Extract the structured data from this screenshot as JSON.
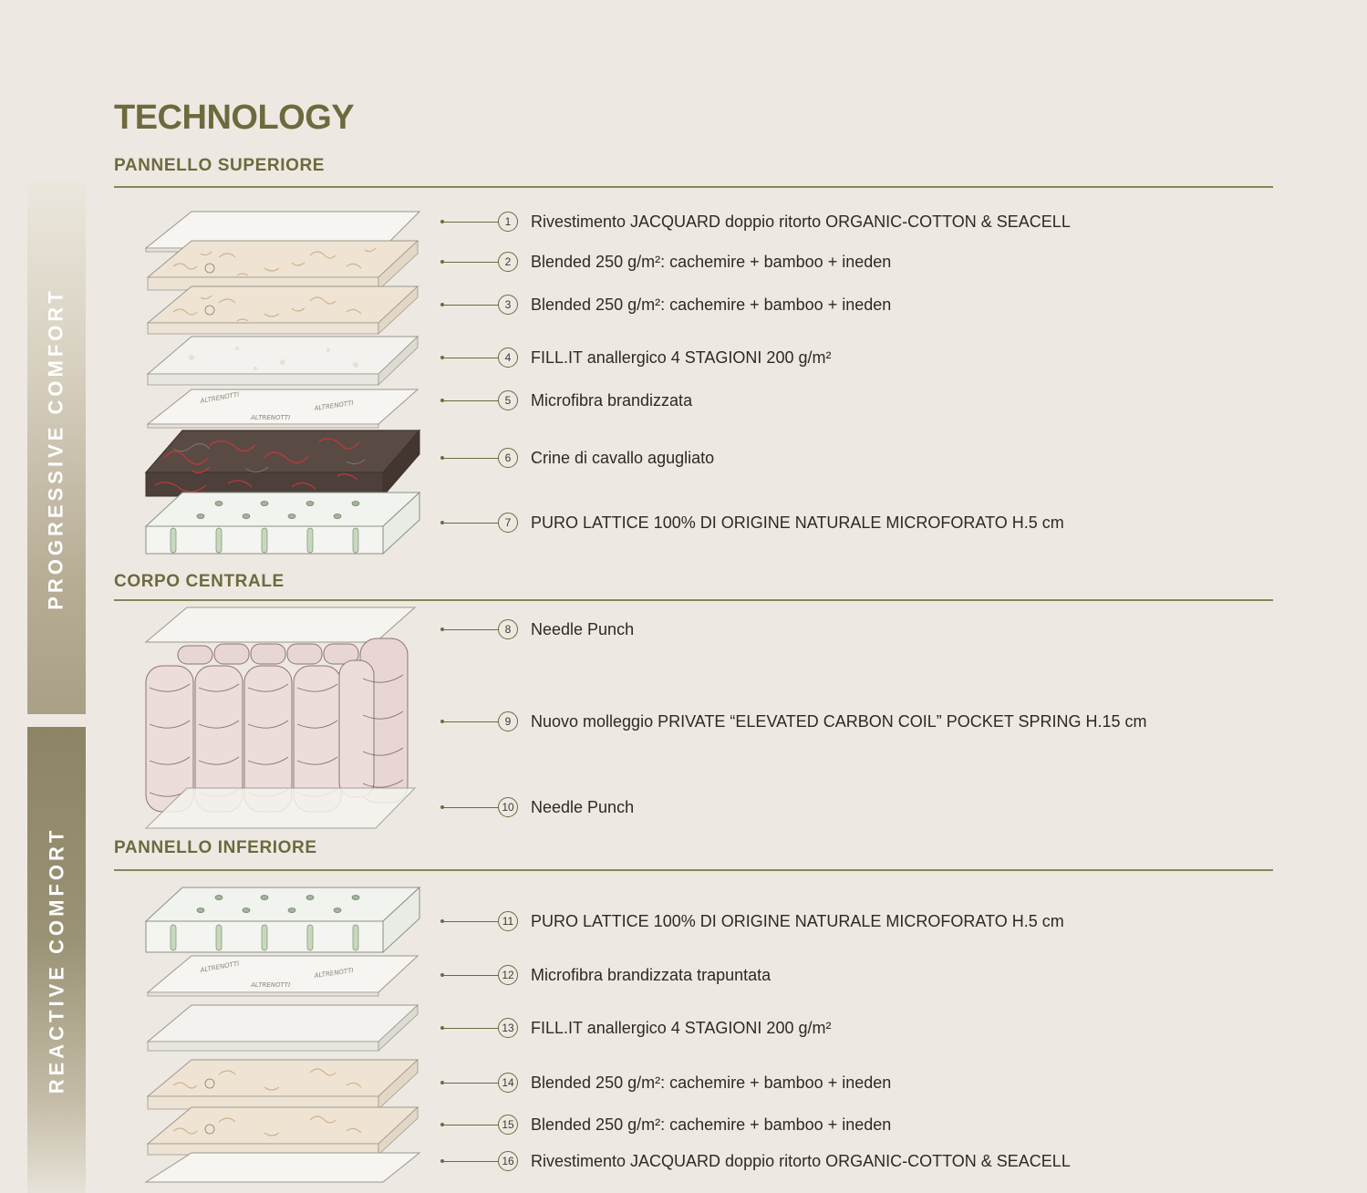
{
  "title": "TECHNOLOGY",
  "side_labels": {
    "progressive": "PROGRESSIVE COMFORT",
    "reactive": "REACTIVE COMFORT"
  },
  "sections": [
    {
      "heading": "PANNELLO SUPERIORE"
    },
    {
      "heading": "CORPO CENTRALE"
    },
    {
      "heading": "PANNELLO INFERIORE"
    }
  ],
  "layers": [
    {
      "num": "1",
      "text": "Rivestimento JACQUARD doppio ritorto ORGANIC-COTTON & SEACELL"
    },
    {
      "num": "2",
      "text": "Blended 250 g/m²: cachemire + bamboo + ineden"
    },
    {
      "num": "3",
      "text": "Blended 250 g/m²: cachemire + bamboo + ineden"
    },
    {
      "num": "4",
      "text": "FILL.IT anallergico 4 STAGIONI 200 g/m²"
    },
    {
      "num": "5",
      "text": "Microfibra brandizzata"
    },
    {
      "num": "6",
      "text": "Crine di cavallo agugliato"
    },
    {
      "num": "7",
      "text": "PURO LATTICE 100% DI ORIGINE NATURALE MICROFORATO H.5 cm"
    },
    {
      "num": "8",
      "text": "Needle Punch"
    },
    {
      "num": "9",
      "text": "Nuovo molleggio PRIVATE “ELEVATED CARBON COIL” POCKET SPRING H.15 cm"
    },
    {
      "num": "10",
      "text": "Needle Punch"
    },
    {
      "num": "11",
      "text": "PURO LATTICE 100% DI ORIGINE NATURALE MICROFORATO H.5 cm"
    },
    {
      "num": "12",
      "text": "Microfibra brandizzata trapuntata"
    },
    {
      "num": "13",
      "text": "FILL.IT anallergico 4 STAGIONI 200 g/m²"
    },
    {
      "num": "14",
      "text": "Blended 250 g/m²: cachemire + bamboo + ineden"
    },
    {
      "num": "15",
      "text": "Blended 250 g/m²: cachemire + bamboo + ineden"
    },
    {
      "num": "16",
      "text": "Rivestimento JACQUARD doppio ritorto ORGANIC-COTTON & SEACELL"
    }
  ],
  "colors": {
    "background": "#ede9e2",
    "accent": "#6d6a3e",
    "rule": "#8a8458",
    "text": "#2b2a26"
  }
}
